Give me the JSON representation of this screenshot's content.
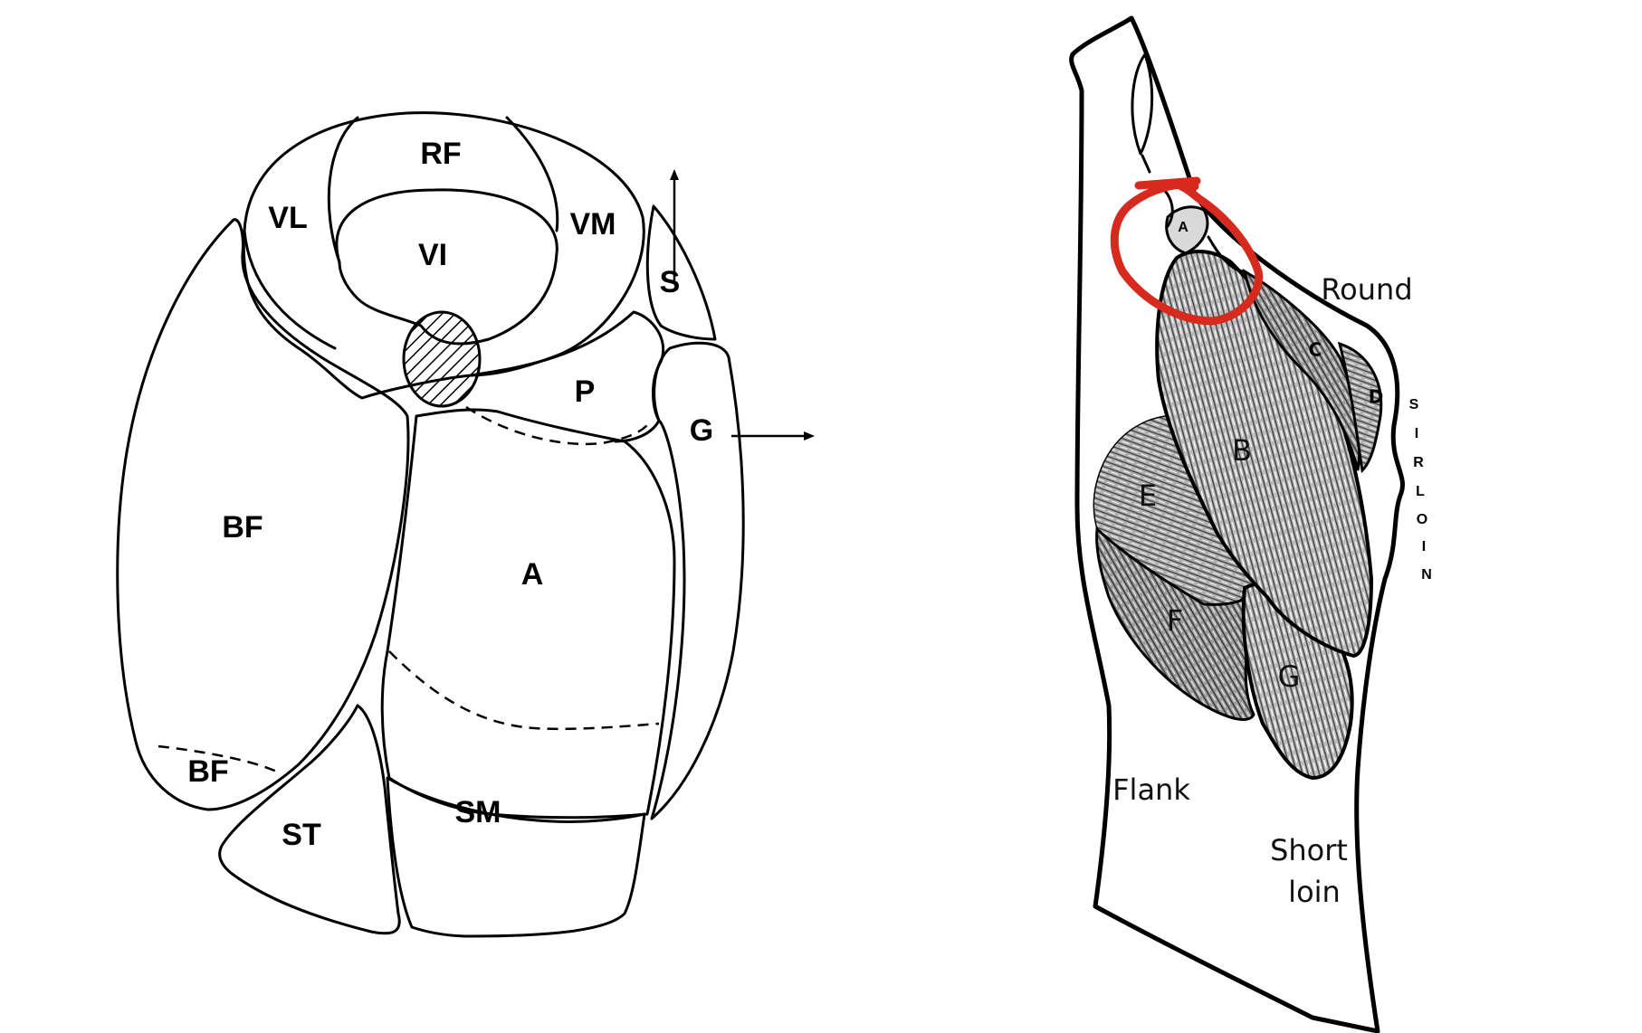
{
  "left_diagram": {
    "labels": {
      "rf": "RF",
      "vl": "VL",
      "vi": "VI",
      "vm": "VM",
      "s": "S",
      "p": "P",
      "g": "G",
      "bf_main": "BF",
      "bf_small": "BF",
      "a": "A",
      "st": "ST",
      "sm": "SM"
    }
  },
  "right_diagram": {
    "muscle_labels": {
      "a": "A",
      "b": "B",
      "c": "C",
      "d": "D",
      "e": "E",
      "f": "F",
      "g": "G"
    },
    "region_labels": {
      "round": "Round",
      "flank": "Flank",
      "short_loin_1": "Short",
      "short_loin_2": "loin"
    },
    "sirloin_letters": [
      "S",
      "I",
      "R",
      "L",
      "O",
      "I",
      "N"
    ],
    "highlight_color": "#d62a1e"
  }
}
